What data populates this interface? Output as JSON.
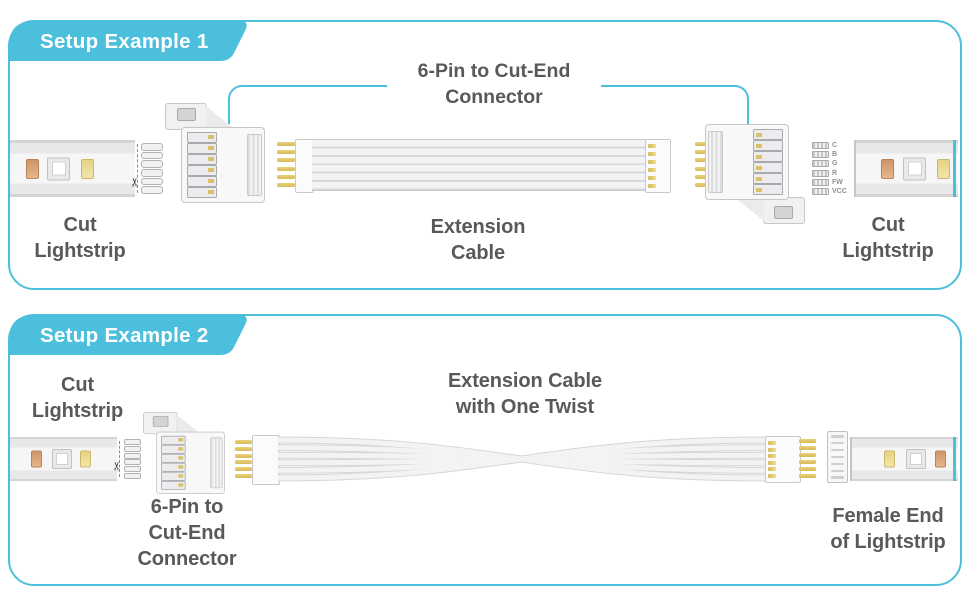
{
  "colors": {
    "accent": "#4CBFDD",
    "label_text": "#58595B",
    "gold": "#D8B958",
    "led_orange": "#CF9668",
    "led_yellow": "#E6D483"
  },
  "icons": {
    "scissors": "✂"
  },
  "panel1": {
    "tab_label": "Setup Example 1",
    "bracket_label": "6-Pin to Cut-End\nConnector",
    "labels": {
      "left_strip": "Cut\nLightstrip",
      "cable": "Extension\nCable",
      "right_strip": "Cut\nLightstrip"
    },
    "pin_labels": [
      "C",
      "B",
      "G",
      "R",
      "FW",
      "VCC"
    ]
  },
  "panel2": {
    "tab_label": "Setup Example 2",
    "labels": {
      "left_strip": "Cut\nLightstrip",
      "connector": "6-Pin to\nCut-End\nConnector",
      "cable": "Extension Cable\nwith One Twist",
      "right_strip": "Female End\nof Lightstrip"
    }
  }
}
